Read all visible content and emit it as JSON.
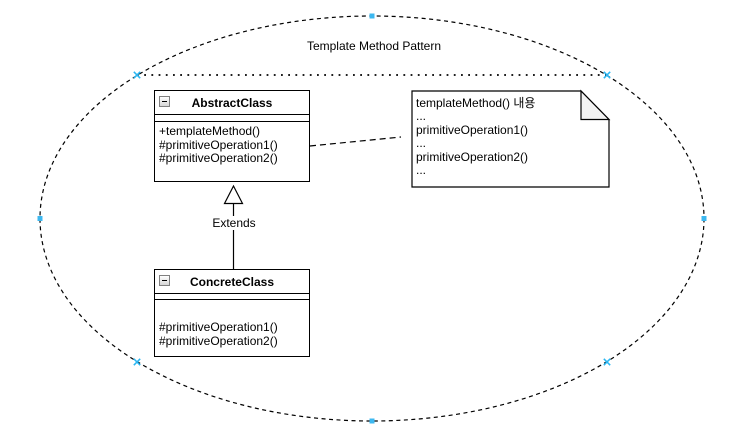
{
  "diagram": {
    "title": "Template Method Pattern",
    "extends_label": "Extends",
    "abstract_class": {
      "name": "AbstractClass",
      "methods": [
        "+templateMethod()",
        "#primitiveOperation1()",
        "#primitiveOperation2()"
      ]
    },
    "concrete_class": {
      "name": "ConcreteClass",
      "methods": [
        "#primitiveOperation1()",
        "#primitiveOperation2()"
      ]
    },
    "note": {
      "lines": [
        "templateMethod() 내용",
        "...",
        "primitiveOperation1()",
        "...",
        "primitiveOperation2()",
        "..."
      ]
    },
    "colors": {
      "stroke": "#000000",
      "shape_fill": "#ffffff",
      "note_fold_fill": "#f2f2f2",
      "connection_point_blue": "#29b6f2"
    }
  }
}
